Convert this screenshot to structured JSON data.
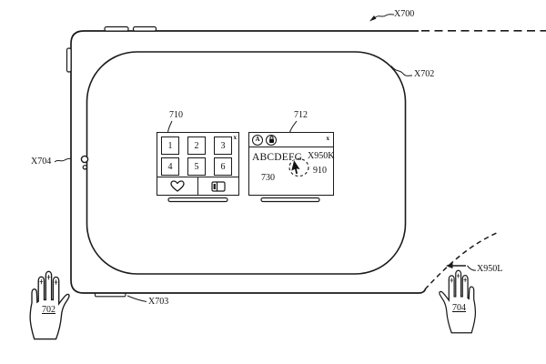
{
  "colors": {
    "line": "#1a1a1a",
    "background": "#ffffff"
  },
  "figure_labels": {
    "device": "X700",
    "display": "X702",
    "bottom_edge": "X703",
    "side_sensor": "X704",
    "gaze_path": "X950L",
    "gaze_target": "X950K",
    "hand_left": "702",
    "hand_right": "704",
    "window_left": "710",
    "window_right": "712",
    "text_ref": "730",
    "cursor_ref": "910"
  },
  "windows": {
    "left": {
      "cells": [
        "1",
        "2",
        "3",
        "4",
        "5",
        "6"
      ],
      "close": "x",
      "favorite_icon": "heart-icon",
      "pages_icon": "book-icon"
    },
    "right": {
      "close": "x",
      "content_text": "ABCDEFG",
      "toolbar": {
        "accessibility_icon": "circled-a-icon",
        "accessibility_letter": "A",
        "lock_icon": "lock-icon"
      },
      "cursor_icon": "cursor-arrow-icon"
    }
  },
  "device_parts": {
    "home_indicator": "home-indicator-pill",
    "camera": "camera-dots",
    "top_buttons": "volume-buttons",
    "side_button": "side-button",
    "bottom_notch": "connector-notch"
  }
}
